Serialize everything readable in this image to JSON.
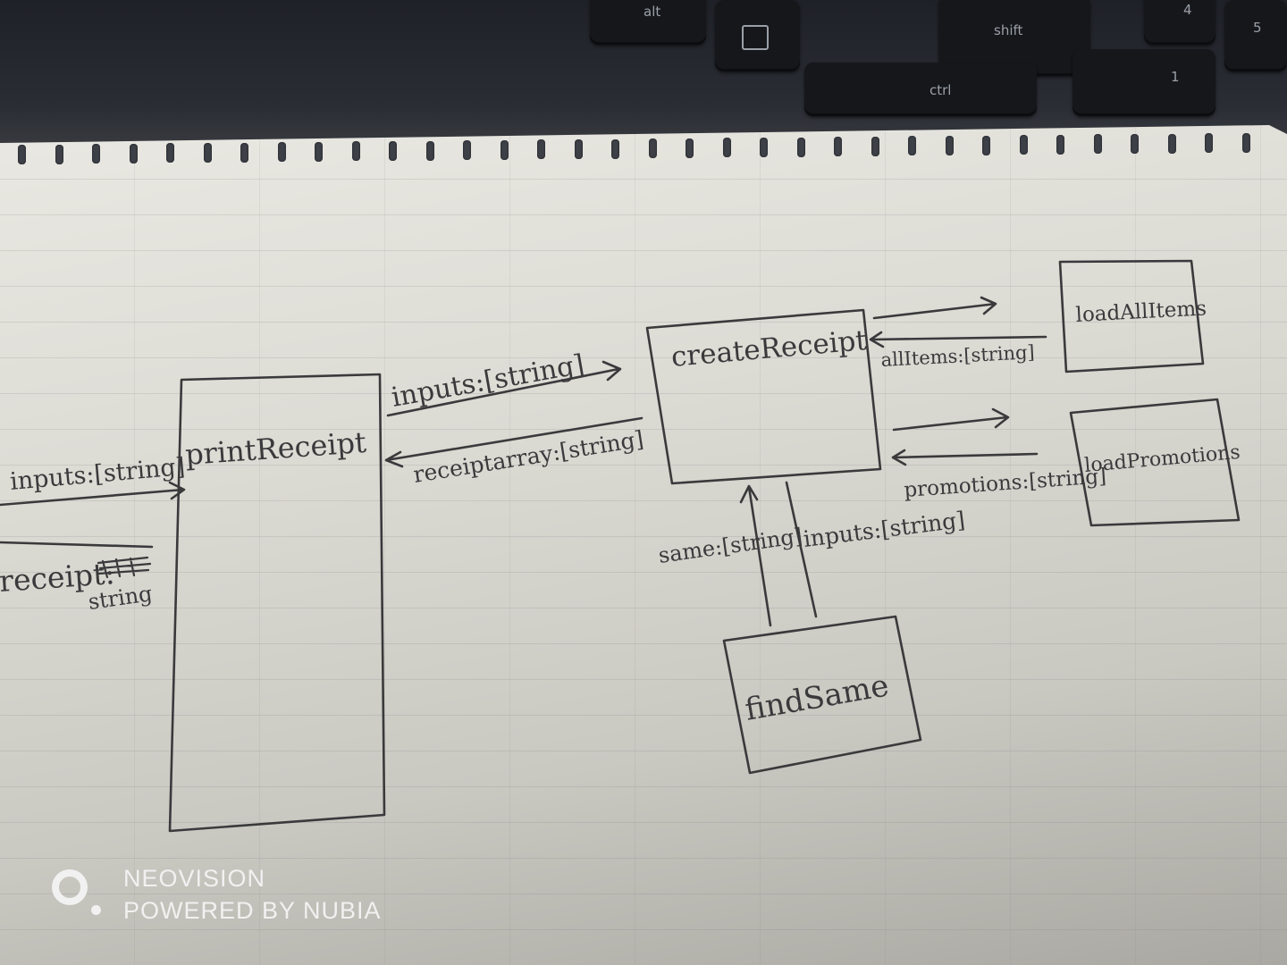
{
  "keyboard": {
    "keys": [
      "alt",
      "shift",
      "ctrl",
      "1",
      "4",
      "5"
    ]
  },
  "diagram": {
    "boxes": {
      "printReceipt": "printReceipt",
      "createReceipt": "createReceipt",
      "loadAllItems": "loadAllItems",
      "loadPromotions": "loadPromotions",
      "findSame": "findSame"
    },
    "edges": {
      "outer_in": "inputs:[string]",
      "outer_out_label": "receipt:",
      "outer_out_type": "string",
      "to_create": "inputs:[string]",
      "from_create": "receiptarray:[string]",
      "all_items": "allItems:[string]",
      "promotions": "promotions:[string]",
      "same": "same:[string]",
      "to_find": "inputs:[string]"
    }
  },
  "watermark": {
    "line1": "NEOVISION",
    "line2": "POWERED BY NUBIA"
  }
}
